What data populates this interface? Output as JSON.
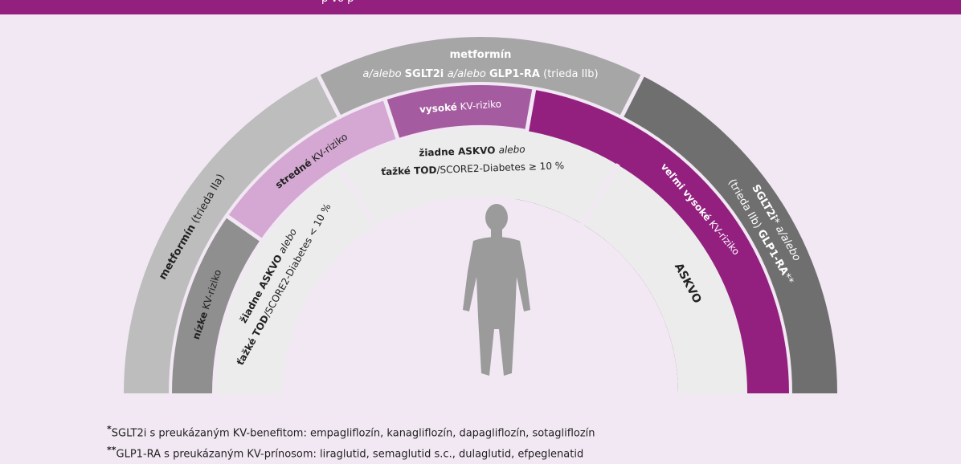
{
  "header": {
    "text": "p    vo    p    "
  },
  "outer_ring": {
    "left": {
      "bold": "metformín",
      "rest": " (trieda IIa)"
    },
    "top": {
      "line1": "metformín",
      "line2": [
        {
          "t": "a/alebo ",
          "s": "i"
        },
        {
          "t": "SGLT2i ",
          "s": "b"
        },
        {
          "t": "a/alebo ",
          "s": "i"
        },
        {
          "t": "GLP1-RA",
          "s": "b"
        },
        {
          "t": " (trieda IIb)",
          "s": "n"
        }
      ]
    },
    "right": {
      "line1": [
        {
          "t": "SGLT2i",
          "s": "b"
        },
        {
          "t": "* ",
          "s": "n"
        },
        {
          "t": "a/alebo ",
          "s": "i"
        }
      ],
      "line2": [
        {
          "t": "(trieda IIb) ",
          "s": "n"
        },
        {
          "t": "GLP1-RA",
          "s": "b"
        },
        {
          "t": "**",
          "s": "n"
        }
      ]
    }
  },
  "risk_ring": {
    "low": {
      "bold": "nízke",
      "rest": " KV-riziko"
    },
    "moderate": {
      "bold": "stredné",
      "rest": " KV-riziko"
    },
    "high": {
      "bold": "vysoké",
      "rest": " KV-riziko"
    },
    "very_high": {
      "bold": "veľmi vysoké",
      "rest": " KV-riziko"
    }
  },
  "criteria_ring": {
    "moderate": {
      "line1": [
        {
          "t": "žiadne ASKVO ",
          "s": "b"
        },
        {
          "t": "alebo",
          "s": "i"
        }
      ],
      "line2": [
        {
          "t": "ťažké TOD",
          "s": "b"
        },
        {
          "t": "/SCORE2-Diabetes < 10 %",
          "s": "n"
        }
      ]
    },
    "high": {
      "line1": [
        {
          "t": "žiadne ASKVO ",
          "s": "b"
        },
        {
          "t": "alebo",
          "s": "i"
        }
      ],
      "line2": [
        {
          "t": "ťažké TOD",
          "s": "b"
        },
        {
          "t": "/SCORE2-Diabetes ≥ 10 %",
          "s": "n"
        }
      ]
    },
    "very_high": {
      "label": "ASKVO"
    }
  },
  "footnotes": [
    {
      "mark": "*",
      "text": "SGLT2i s preukázaným KV-benefitom: empagliflozín, kanagliflozín, dapagliflozín, sotagliflozín"
    },
    {
      "mark": "**",
      "text": "GLP1-RA s preukázaným KV-prínosom: liraglutid, semaglutid s.c., dulaglutid, efpeglenatid"
    }
  ],
  "colors": {
    "background": "#f2e8f4",
    "banner": "#93207f",
    "outer_light": "#bdbdbd",
    "outer_mid": "#a6a6a6",
    "outer_dark": "#6f6f6f",
    "low_risk": "#8f8f8f",
    "moderate_risk": "#d4a8d2",
    "high_risk": "#a55b9f",
    "very_high_risk": "#93207f",
    "criteria": "#ececec",
    "person": "#9b9b9b"
  }
}
